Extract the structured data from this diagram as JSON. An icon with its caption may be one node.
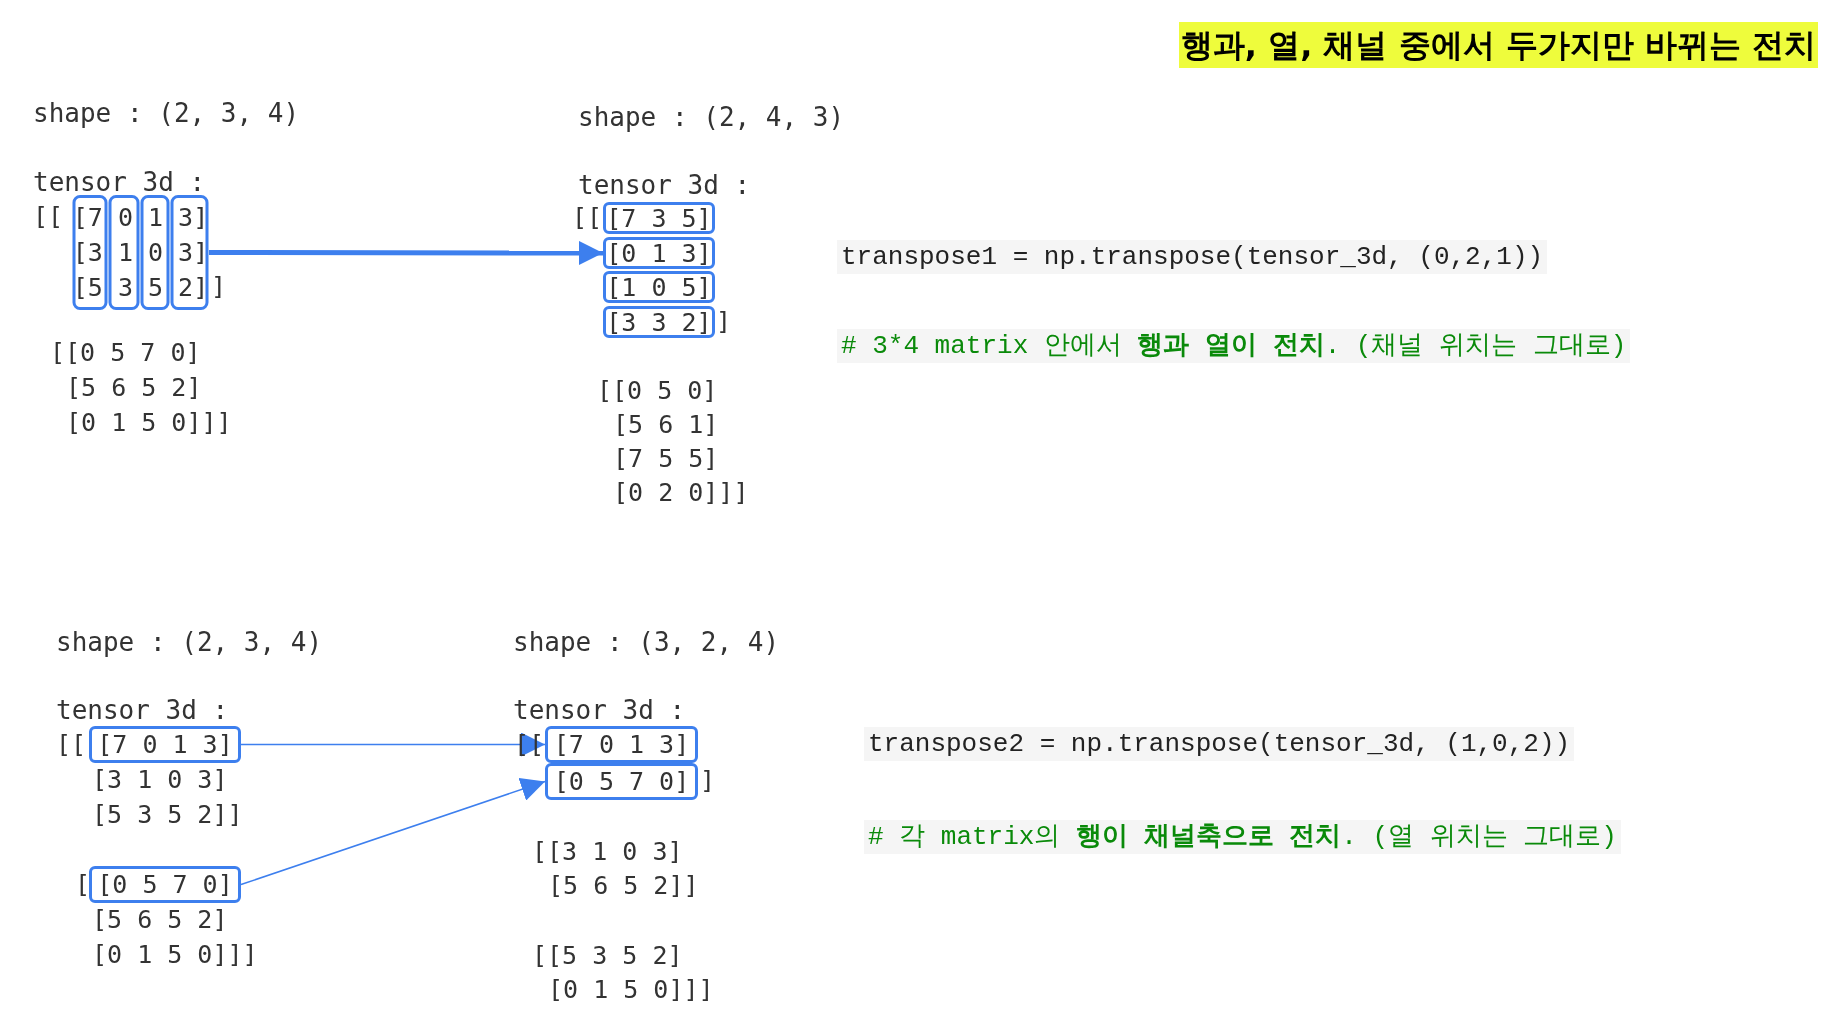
{
  "diagram": {
    "title": "행과, 열, 채널 중에서 두가지만 바뀌는 전치",
    "nodes": [
      {
        "text": [
          "[7 0 1 3]",
          "[3 1 0 3]",
          "[5 3 5 2]"
        ]
      },
      {
        "text": [
          "[7 3 5]"
        ]
      },
      {
        "text": [
          "[0 1 3]"
        ]
      },
      {
        "text": [
          "[1 0 5]"
        ]
      },
      {
        "text": [
          "[3 3 2]"
        ]
      },
      {
        "text": [
          "[7 0 1 3]"
        ]
      },
      {
        "text": [
          "[0 5 7 0]"
        ]
      },
      {
        "text": [
          "[7 0 1 3]"
        ]
      },
      {
        "text": [
          "[0 5 7 0]"
        ]
      }
    ],
    "edges": [
      {
        "from": 0,
        "to": 2,
        "arrow": "to",
        "style": "thick"
      },
      {
        "from": 5,
        "to": 7,
        "arrow": "to"
      },
      {
        "from": 6,
        "to": 8,
        "arrow": "to"
      }
    ],
    "labels": [
      "shape : (2, 3, 4)",
      "tensor 3d :",
      "[[",
      "]",
      "[[0 5 7 0]",
      "[5 6 5 2]",
      "[0 1 5 0]]]",
      "shape : (2, 4, 3)",
      "tensor 3d :",
      "[[",
      "]",
      "[[0 5 0]",
      "[5 6 1]",
      "[7 5 5]",
      "[0 2 0]]]",
      "transpose1 = np.transpose(tensor_3d, (0,2,1))",
      "# 3*4 matrix 안에서 **행과 열이 전치**. (채널 위치는 그대로)",
      "shape : (2, 3, 4)",
      "tensor 3d :",
      "[[",
      "[3 1 0 3]",
      "[5 3 5 2]]",
      "[",
      "[5 6 5 2]",
      "[0 1 5 0]]]",
      "shape : (3, 2, 4)",
      "tensor 3d :",
      "[[",
      "]",
      "[[3 1 0 3]",
      "[5 6 5 2]]",
      "[[5 3 5 2]",
      "[0 1 5 0]]]",
      "transpose2 = np.transpose(tensor_3d, (1,0,2))",
      "# 각 matrix의 **행이 채널축으로 전치**. (열 위치는 그대로)"
    ]
  }
}
